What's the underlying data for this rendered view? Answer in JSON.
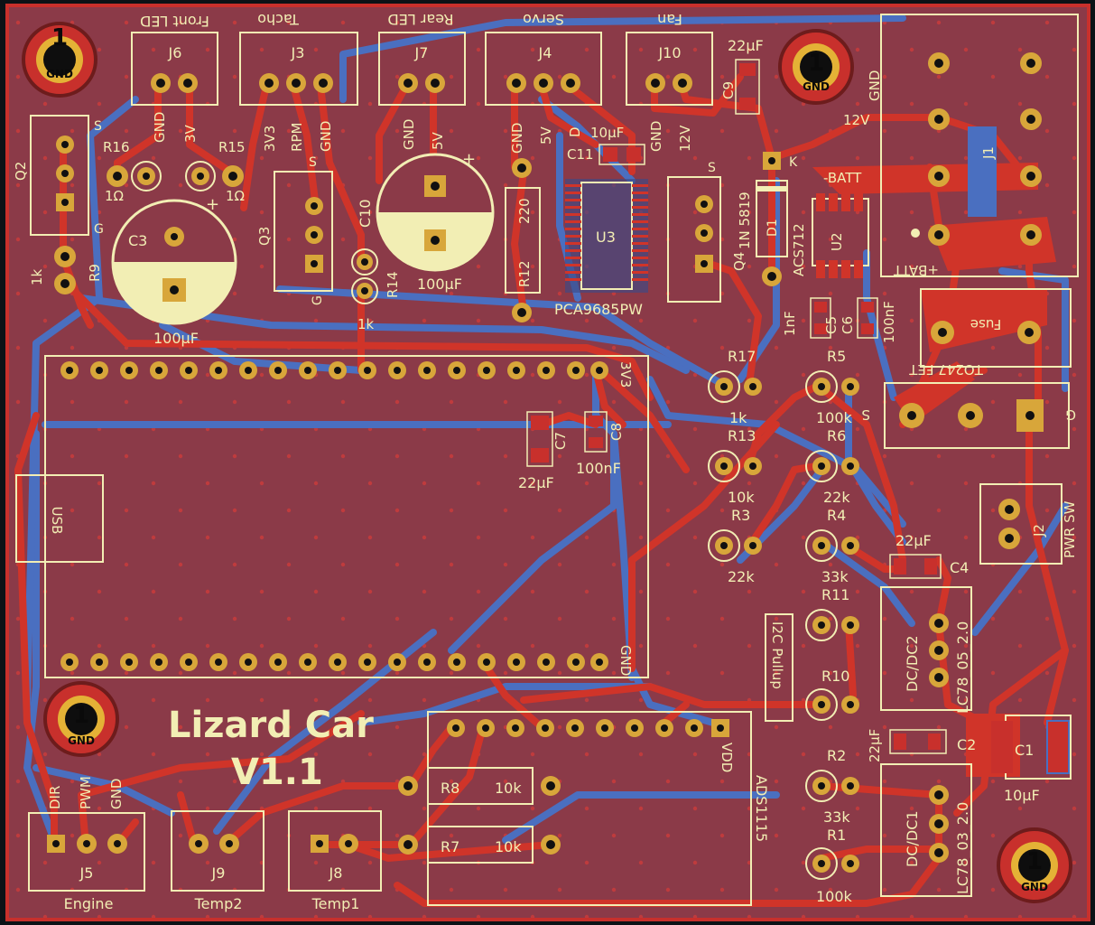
{
  "title": {
    "line1": "Lizard Car",
    "line2": "V1.1"
  },
  "mounting_holes": {
    "number": "1",
    "label": "GND"
  },
  "connectors": {
    "j6": {
      "ref": "J6",
      "title": "Front LED",
      "pins": [
        "GND",
        "3V"
      ]
    },
    "j3": {
      "ref": "J3",
      "title": "Tacho",
      "pins": [
        "3V3",
        "RPM",
        "GND"
      ]
    },
    "j7": {
      "ref": "J7",
      "title": "Rear LED",
      "pins": [
        "GND",
        "5V"
      ]
    },
    "j4": {
      "ref": "J4",
      "title": "Servo",
      "pins": [
        "GND",
        "5V",
        "D"
      ]
    },
    "j10": {
      "ref": "J10",
      "title": "Fan",
      "pins": [
        "GND",
        "12V"
      ]
    },
    "j5": {
      "ref": "J5",
      "title": "Engine",
      "pins": [
        "DIR",
        "PWM",
        "GND"
      ]
    },
    "j9": {
      "ref": "J9",
      "title": "Temp2"
    },
    "j8": {
      "ref": "J8",
      "title": "Temp1"
    },
    "j1": {
      "ref": "J1",
      "label_12v": "12V",
      "label_mbatt": "-BATT",
      "label_pbatt": "+BATT"
    },
    "j2": {
      "ref": "J2",
      "title": "PWR SW"
    }
  },
  "components": {
    "q2": {
      "ref": "Q2",
      "s": "S",
      "g": "G"
    },
    "q3": {
      "ref": "Q3",
      "s": "S",
      "g": "G"
    },
    "q4": {
      "ref": "Q4",
      "s": "S"
    },
    "r16": {
      "ref": "R16",
      "value": "1Ω"
    },
    "r15": {
      "ref": "R15",
      "value": "1Ω"
    },
    "r9": {
      "ref": "R9",
      "value": "1k"
    },
    "r14": {
      "ref": "R14",
      "value": "1k"
    },
    "r12": {
      "ref": "R12",
      "value": "220"
    },
    "r17": {
      "ref": "R17",
      "value": "1k"
    },
    "r13": {
      "ref": "R13",
      "value": "10k"
    },
    "r3": {
      "ref": "R3",
      "value": "22k"
    },
    "r5": {
      "ref": "R5",
      "value": "100k"
    },
    "r6": {
      "ref": "R6",
      "value": "22k"
    },
    "r4": {
      "ref": "R4",
      "value": "33k"
    },
    "r11": {
      "ref": "R11"
    },
    "r10": {
      "ref": "R10"
    },
    "r2": {
      "ref": "R2",
      "value": "33k"
    },
    "r1": {
      "ref": "R1",
      "value": "100k"
    },
    "r8": {
      "ref": "R8",
      "value": "10k"
    },
    "r7": {
      "ref": "R7",
      "value": "10k"
    },
    "c3": {
      "ref": "C3",
      "value": "100µF"
    },
    "c10": {
      "ref": "C10",
      "value": "100µF"
    },
    "c11": {
      "ref": "C11",
      "value": "10µF"
    },
    "c9": {
      "ref": "C9",
      "value": "22µF"
    },
    "c7": {
      "ref": "C7",
      "value": "22µF"
    },
    "c8": {
      "ref": "C8",
      "value": "100nF"
    },
    "c5": {
      "ref": "C5",
      "value": "1nF"
    },
    "c6": {
      "ref": "C6",
      "value": "100nF"
    },
    "c4": {
      "ref": "C4",
      "value": "22µF"
    },
    "c2": {
      "ref": "C2",
      "value": "22µF"
    },
    "c1": {
      "ref": "C1",
      "value": "10µF"
    },
    "d1": {
      "ref": "D1",
      "value": "1N 5819",
      "k": "K"
    },
    "u3": {
      "ref": "U3",
      "value": "PCA9685PW"
    },
    "u2": {
      "ref": "U2",
      "value": "ACS712"
    },
    "fuse": {
      "label": "Fuse"
    },
    "fet": {
      "label": "TO247 FET",
      "s": "S",
      "g": "G"
    },
    "dc2": {
      "ref": "DC/DC2",
      "value": "LC78_05_2.0"
    },
    "dc1": {
      "ref": "DC/DC1",
      "value": "LC78_03_2.0"
    },
    "ads": {
      "label": "ADS1115",
      "vdd": "VDD"
    },
    "esp": {
      "pin_3v3": "3V3",
      "pin_gnd": "GND",
      "usb": "USB"
    },
    "i2c": {
      "label": "I2C Pullup"
    }
  },
  "colors": {
    "copper_front": "#c8302c",
    "copper_back": "#4a6fc0",
    "board": "#8b3a48",
    "silk": "#f2eeb4",
    "pad": "#d8a63a"
  }
}
